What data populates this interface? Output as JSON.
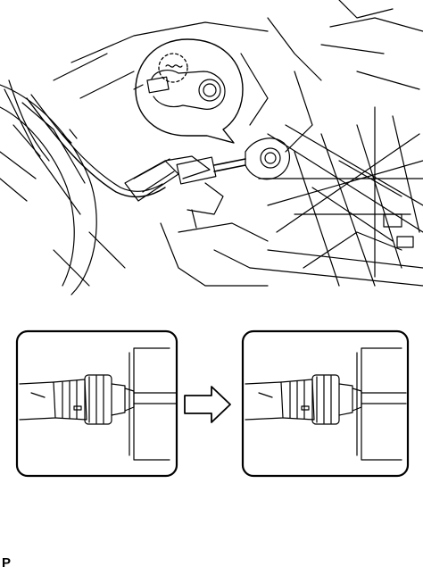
{
  "figure": {
    "corner_label": "P",
    "line_color": "#000000",
    "background": "#ffffff",
    "panels": [
      {
        "name": "before-state"
      },
      {
        "name": "after-state"
      }
    ],
    "arrow_direction": "right"
  }
}
